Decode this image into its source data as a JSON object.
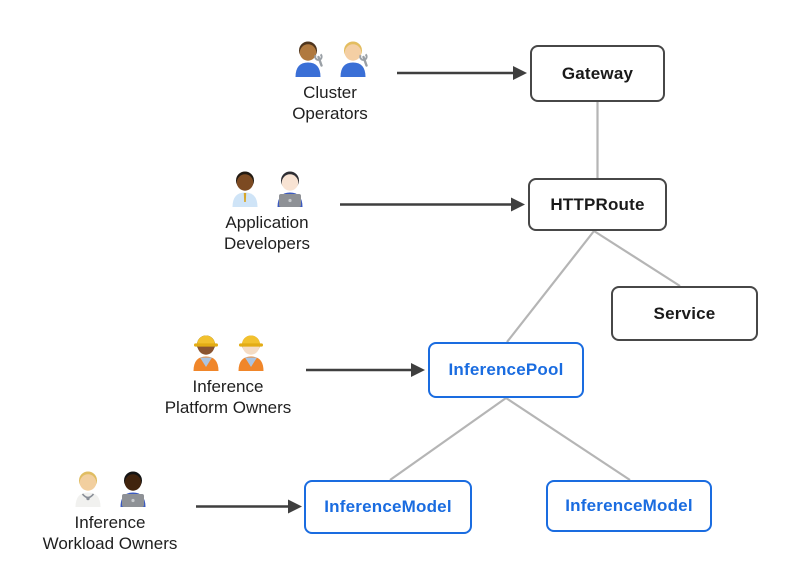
{
  "diagram": {
    "nodes": [
      {
        "id": "gateway",
        "label": "Gateway",
        "style": "gray"
      },
      {
        "id": "httproute",
        "label": "HTTPRoute",
        "style": "gray"
      },
      {
        "id": "service",
        "label": "Service",
        "style": "gray"
      },
      {
        "id": "inferencepool",
        "label": "InferencePool",
        "style": "blue"
      },
      {
        "id": "inferencemodel-left",
        "label": "InferenceModel",
        "style": "blue"
      },
      {
        "id": "inferencemodel-right",
        "label": "InferenceModel",
        "style": "blue"
      }
    ],
    "edges": [
      {
        "from": "Gateway",
        "to": "HTTPRoute",
        "type": "plain-gray-line"
      },
      {
        "from": "HTTPRoute",
        "to": "InferencePool",
        "type": "plain-gray-line"
      },
      {
        "from": "HTTPRoute",
        "to": "Service",
        "type": "plain-gray-line"
      },
      {
        "from": "InferencePool",
        "to": "InferenceModel (left)",
        "type": "plain-gray-line"
      },
      {
        "from": "InferencePool",
        "to": "InferenceModel (right)",
        "type": "plain-gray-line"
      }
    ],
    "actor_arrows": [
      {
        "from": "Cluster Operators",
        "to": "Gateway",
        "type": "dark-arrow"
      },
      {
        "from": "Application Developers",
        "to": "HTTPRoute",
        "type": "dark-arrow"
      },
      {
        "from": "Inference Platform Owners",
        "to": "InferencePool",
        "type": "dark-arrow"
      },
      {
        "from": "Inference Workload Owners",
        "to": "InferenceModel (left)",
        "type": "dark-arrow"
      }
    ],
    "colors": {
      "background": "#ffffff",
      "node_border_gray": "#474747",
      "node_text_dark": "#1a1a1a",
      "node_blue": "#1a6ce0",
      "connector_gray": "#b5b5b5",
      "arrow_dark": "#3f3f3f",
      "label_text": "#1f1f1f"
    }
  },
  "personas": [
    {
      "id": "cluster-operators",
      "label_lines": [
        "Cluster",
        "Operators"
      ],
      "emoji": "👨🏽‍🔧👩🏼‍🔧",
      "emoji_names": [
        "man-mechanic-emoji",
        "woman-mechanic-emoji"
      ],
      "avatars": [
        {
          "name": "man-mechanic-emoji",
          "skin": "#b0793f",
          "hair": "#4f351d",
          "shirt": "#3a6fd6",
          "accessory": "wrench"
        },
        {
          "name": "woman-mechanic-emoji",
          "skin": "#f4cfa4",
          "hair": "#e3bd5f",
          "shirt": "#3a6fd6",
          "accessory": "wrench"
        }
      ]
    },
    {
      "id": "application-developers",
      "label_lines": [
        "Application",
        "Developers"
      ],
      "emoji": "👨🏾‍💼👩🏻‍💻",
      "emoji_names": [
        "man-office-worker-emoji",
        "woman-technologist-emoji"
      ],
      "avatars": [
        {
          "name": "man-office-worker-emoji",
          "skin": "#7c4a22",
          "hair": "#221a12",
          "shirt": "#cfe4f7",
          "accessory": "tie",
          "tie": "#d7a62a"
        },
        {
          "name": "woman-technologist-emoji",
          "skin": "#f8e3d3",
          "hair": "#2e2e33",
          "shirt": "#3b5ac0",
          "accessory": "laptop",
          "laptop": "#8e9196"
        }
      ]
    },
    {
      "id": "inference-platform-owners",
      "label_lines": [
        "Inference",
        "Platform Owners"
      ],
      "emoji": "👷🏾‍♀️👷🏻",
      "emoji_names": [
        "woman-construction-worker-emoji",
        "man-construction-worker-emoji"
      ],
      "avatars": [
        {
          "name": "woman-construction-worker-emoji",
          "skin": "#8a5430",
          "hair": "#3a2817",
          "shirt": "#aac4e2",
          "vest": "#f0862a",
          "headgear": "helmet"
        },
        {
          "name": "man-construction-worker-emoji",
          "skin": "#f5dcc4",
          "hair": "#c9a36a",
          "shirt": "#aac4e2",
          "vest": "#f0862a",
          "headgear": "helmet"
        }
      ]
    },
    {
      "id": "inference-workload-owners",
      "label_lines": [
        "Inference",
        "Workload Owners"
      ],
      "emoji": "🧑🏼‍⚕️👨🏿‍💻",
      "emoji_names": [
        "health-worker-emoji",
        "man-technologist-dark-skin-emoji"
      ],
      "avatars": [
        {
          "name": "health-worker-emoji",
          "skin": "#f2cf9f",
          "hair": "#e0bd62",
          "shirt": "#f1f1ef",
          "accessory": "stethoscope"
        },
        {
          "name": "man-technologist-dark-skin-emoji",
          "skin": "#41240e",
          "hair": "#151515",
          "shirt": "#3b5ac0",
          "accessory": "laptop",
          "laptop": "#8e9196"
        }
      ]
    }
  ]
}
